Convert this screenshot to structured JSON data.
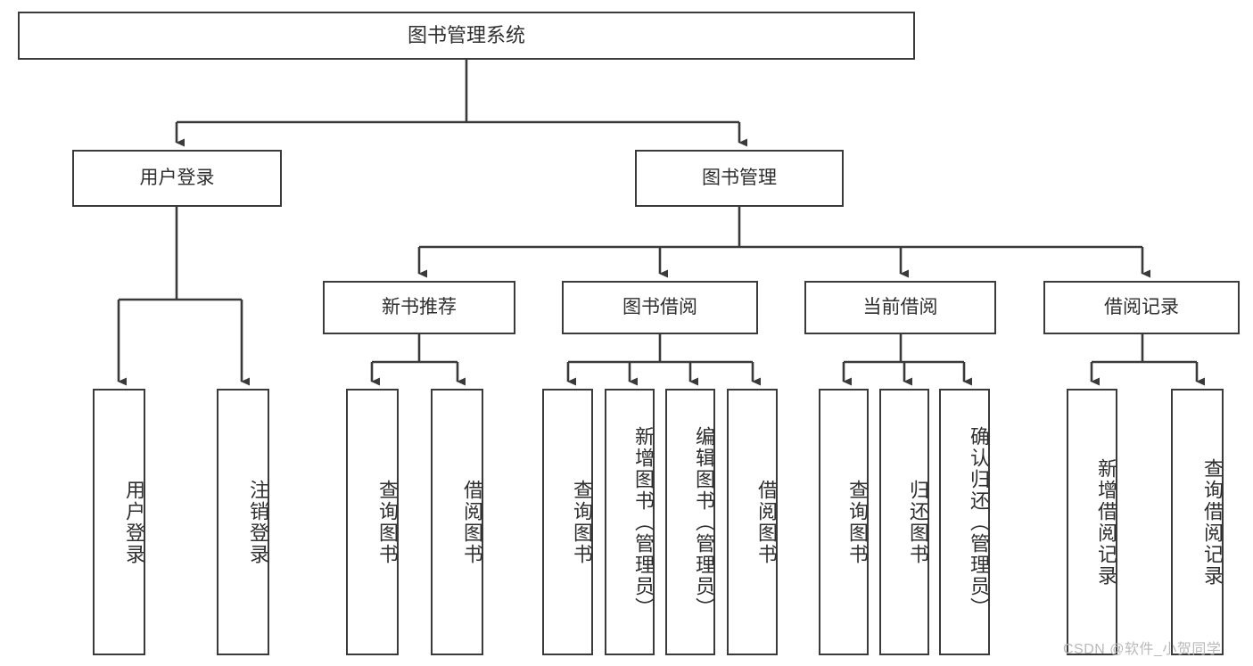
{
  "diagram": {
    "type": "tree",
    "title": "图书管理系统",
    "levels": 4,
    "root": {
      "label": "图书管理系统"
    },
    "level2": [
      {
        "label": "用户登录"
      },
      {
        "label": "图书管理"
      }
    ],
    "level3": [
      {
        "label": "新书推荐"
      },
      {
        "label": "图书借阅"
      },
      {
        "label": "当前借阅"
      },
      {
        "label": "借阅记录"
      }
    ],
    "leaves_user_login": [
      {
        "label": "用户登录"
      },
      {
        "label": "注销登录"
      }
    ],
    "leaves_new_book": [
      {
        "label": "查询图书"
      },
      {
        "label": "借阅图书"
      }
    ],
    "leaves_borrow": [
      {
        "label": "查询图书"
      },
      {
        "label": "新增图书（管理员）"
      },
      {
        "label": "编辑图书（管理员）"
      },
      {
        "label": "借阅图书"
      }
    ],
    "leaves_current": [
      {
        "label": "查询图书"
      },
      {
        "label": "归还图书"
      },
      {
        "label": "确认归还（管理员）"
      }
    ],
    "leaves_record": [
      {
        "label": "新增借阅记录"
      },
      {
        "label": "查询借阅记录"
      }
    ]
  },
  "watermark": {
    "text": "CSDN @软件_小贺同学"
  },
  "colors": {
    "box_border": "#3a3a3a",
    "box_fill": "#ffffff",
    "text": "#2f2f2f",
    "edge": "#3a3a3a",
    "watermark": "#b9b9b9",
    "background": "#ffffff"
  }
}
